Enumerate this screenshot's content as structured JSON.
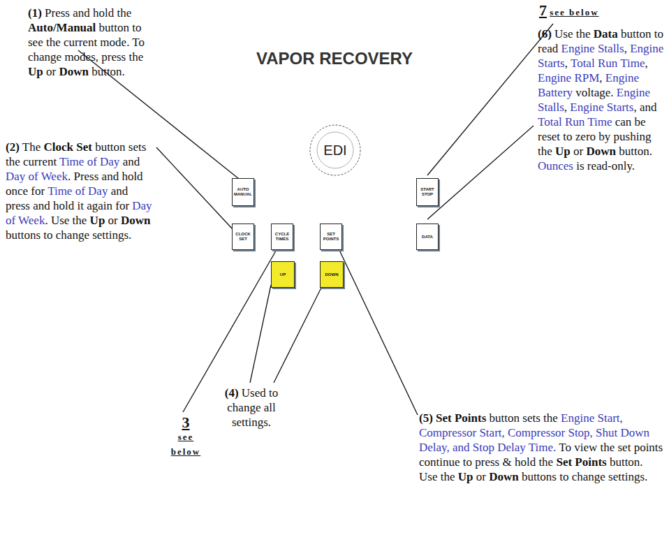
{
  "diagram": {
    "nodes": [
      {
        "text": [
          "VAPOR RECOVERY"
        ]
      },
      {
        "text": [
          "AUTO MANUAL"
        ],
        "in": 0
      },
      {
        "text": [
          "EDI"
        ],
        "in": 0
      },
      {
        "text": [
          "START STOP"
        ],
        "in": 0
      },
      {
        "text": [
          "CLOCK SET"
        ],
        "in": 0
      },
      {
        "text": [
          "CYCLE TIMES"
        ],
        "in": 0
      },
      {
        "text": [
          "SET POINTS"
        ],
        "in": 0
      },
      {
        "text": [
          "DATA"
        ],
        "in": 0
      },
      {
        "text": [
          "UP"
        ],
        "in": 0
      },
      {
        "text": [
          "DOWN"
        ],
        "in": 0
      }
    ],
    "labels": [
      "(1)",
      "Press and hold the",
      "Auto/Manual",
      "button to see the current mode. To change modes, press the",
      "Up",
      "or",
      "Down",
      "button.",
      "(2)",
      "The",
      "Clock Set",
      "button sets the current",
      "Time of Day",
      "and",
      "Day of Week",
      ". Press and hold once for",
      "Time of Day",
      "and press and hold it again for",
      "Day of Week",
      ". Use the",
      "Up",
      "or",
      "Down",
      "buttons to change settings.",
      "3",
      "see below",
      "(4)",
      "Used to change all settings.",
      "(5)",
      "Set Points",
      "button sets the",
      "Engine Start, Compressor Start, Compressor Stop, Shut Down Delay, and Stop Delay Time.",
      "To view the set points continue to press & hold the",
      "Set Points",
      "button. Use the",
      "Up",
      "or",
      "Down",
      "buttons to change settings.",
      "(6)",
      "Use the",
      "Data",
      "button to read",
      "Engine Stalls",
      ",",
      "Engine Starts",
      ",",
      "Total Run Time",
      ",",
      "Engine RPM",
      ",",
      "Engine Battery",
      "voltage.",
      "Engine Stalls",
      ",",
      "Engine Starts",
      ", and",
      "Total Run Time",
      "can be reset to zero by pushing the",
      "Up",
      "or",
      "Down",
      "button.",
      "Ounces",
      "is read-only.",
      "7",
      "see below"
    ]
  }
}
